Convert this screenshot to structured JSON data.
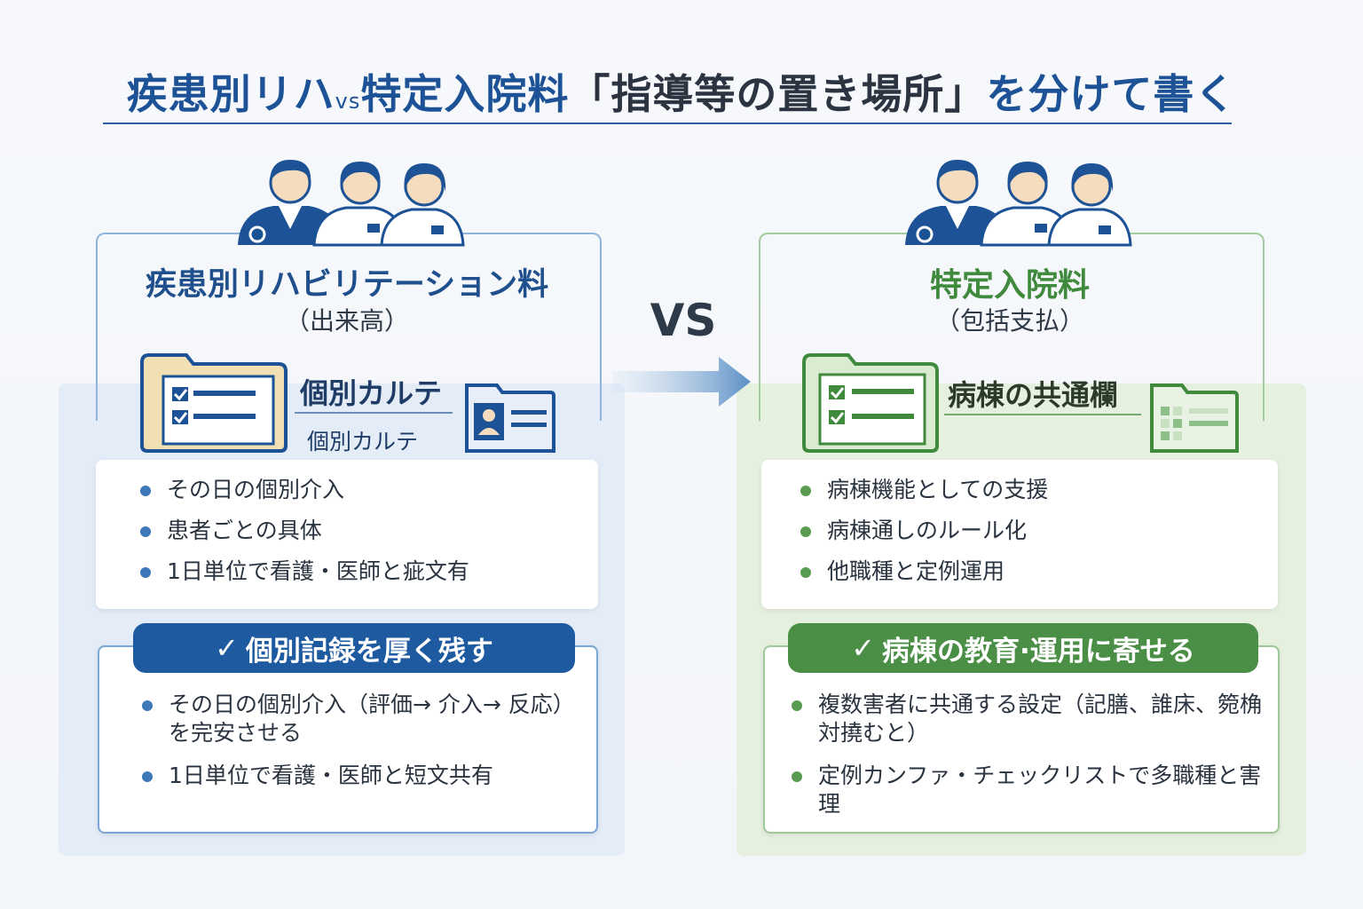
{
  "title": {
    "main": "疾患別リハ",
    "vs_small": "vs",
    "main2": "特定入院料",
    "quote": "「指導等の置き場所」",
    "tail": "を分けて書く"
  },
  "vs_label": "VS",
  "left": {
    "title": "疾患別リハビリテーション料",
    "subtitle": "（出来高）",
    "folder_label": "個別カルテ",
    "folder_sublabel": "個別カルテ",
    "items": [
      "その日の個別介入",
      "患者ごとの具体",
      "1日単位で看護・医師と疵文有"
    ],
    "banner": "個別記録を厚く残す",
    "details": [
      "その日の個別介入（評価→ 介入→ 反応）を完安させる",
      "1日単位で看護・医師と短文共有"
    ]
  },
  "right": {
    "title": "特定入院料",
    "subtitle": "（包括支払）",
    "folder_label": "病棟の共通欄",
    "items": [
      "病棟機能としての支援",
      "病棟通しのルール化",
      "他職種と定例運用"
    ],
    "banner": "病棟の教育·運用に寄せる",
    "details": [
      "複数害者に共通する設定（記膳、誰床、箢桷対撓むと）",
      "定例カンファ・チェックリストで多職種と害理"
    ]
  },
  "colors": {
    "left_accent": "#1e5aa0",
    "right_accent": "#4b8e46",
    "title_blue": "#1d5396"
  },
  "icons": [
    "doctor-icon",
    "folder-checklist-icon",
    "id-card-folder-icon",
    "table-folder-icon",
    "arrow-right-icon",
    "check-icon",
    "bullet-dot-icon"
  ]
}
